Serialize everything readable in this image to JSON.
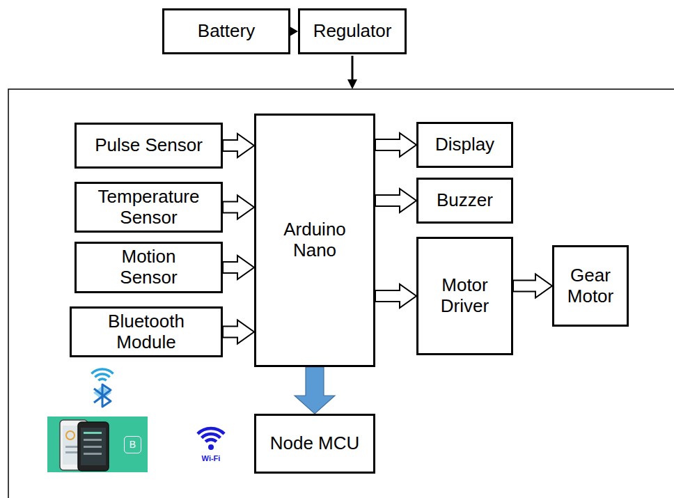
{
  "diagram": {
    "nodes": [
      {
        "text": [
          "Battery"
        ]
      },
      {
        "text": [
          "Regulator"
        ]
      },
      {
        "text": [
          "Pulse Sensor"
        ]
      },
      {
        "text": [
          "Arduino Nano"
        ]
      },
      {
        "text": [
          "Display"
        ]
      },
      {
        "text": [
          "Buzzer"
        ]
      },
      {
        "text": [
          "Temperature Sensor"
        ]
      },
      {
        "text": [
          "Motion Sensor"
        ]
      },
      {
        "text": [
          "Motor Driver"
        ]
      },
      {
        "text": [
          "Gear Motor"
        ]
      },
      {
        "text": [
          "Bluetooth Module"
        ]
      },
      {
        "text": [
          "Node MCU"
        ]
      }
    ],
    "edges": [
      {
        "from": 0,
        "to": 1,
        "arrow": "to"
      },
      {
        "from": 2,
        "to": 3,
        "arrow": "to"
      },
      {
        "from": 6,
        "to": 3,
        "arrow": "to"
      },
      {
        "from": 7,
        "to": 3,
        "arrow": "to"
      },
      {
        "from": 10,
        "to": 3,
        "arrow": "to"
      },
      {
        "from": 3,
        "to": 4,
        "arrow": "to"
      },
      {
        "from": 3,
        "to": 5,
        "arrow": "to"
      },
      {
        "from": 3,
        "to": 8,
        "arrow": "to"
      },
      {
        "from": 8,
        "to": 9,
        "arrow": "to"
      },
      {
        "from": 3,
        "to": 11,
        "arrow": "to"
      }
    ],
    "labels": [
      "B",
      "Wi-Fi"
    ]
  }
}
